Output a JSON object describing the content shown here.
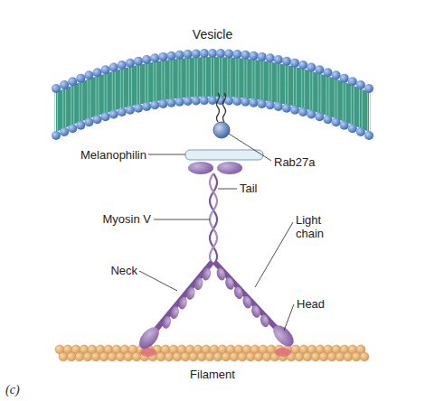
{
  "diagram": {
    "nodes": [
      {
        "text": [
          "Vesicle"
        ]
      }
    ],
    "labels": [
      "Melanophilin",
      "Rab27a",
      "Tail",
      "Myosin V",
      "Light chain",
      "Neck",
      "Head",
      "Filament",
      "(c)"
    ]
  }
}
